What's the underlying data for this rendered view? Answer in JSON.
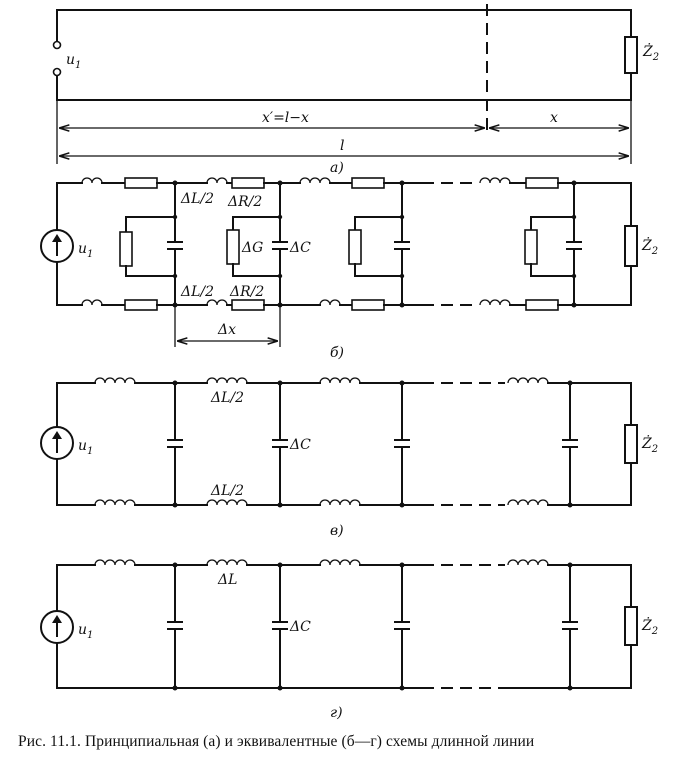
{
  "a": {
    "source_label": "u",
    "source_sub": "1",
    "load_label": "Ż",
    "load_sub": "2",
    "dim_xprime": "x′=l−x",
    "dim_x": "x",
    "dim_l": "l",
    "caption": "а)"
  },
  "b": {
    "source_label": "u",
    "source_sub": "1",
    "load_label": "Ż",
    "load_sub": "2",
    "dL_top": "ΔL/2",
    "dR_top": "ΔR/2",
    "dL_bot": "ΔL/2",
    "dR_bot": "ΔR/2",
    "dG": "ΔG",
    "dC": "ΔC",
    "dx": "Δx",
    "caption": "б)"
  },
  "c": {
    "source_label": "u",
    "source_sub": "1",
    "load_label": "Ż",
    "load_sub": "2",
    "dL_top": "ΔL/2",
    "dL_bot": "ΔL/2",
    "dC": "ΔC",
    "caption": "в)"
  },
  "d": {
    "source_label": "u",
    "source_sub": "1",
    "load_label": "Ż",
    "load_sub": "2",
    "dL": "ΔL",
    "dC": "ΔC",
    "caption": "г)"
  },
  "figure_caption": "Рис. 11.1. Принципиальная (а) и эквивалентные (б—г) схемы длинной линии"
}
